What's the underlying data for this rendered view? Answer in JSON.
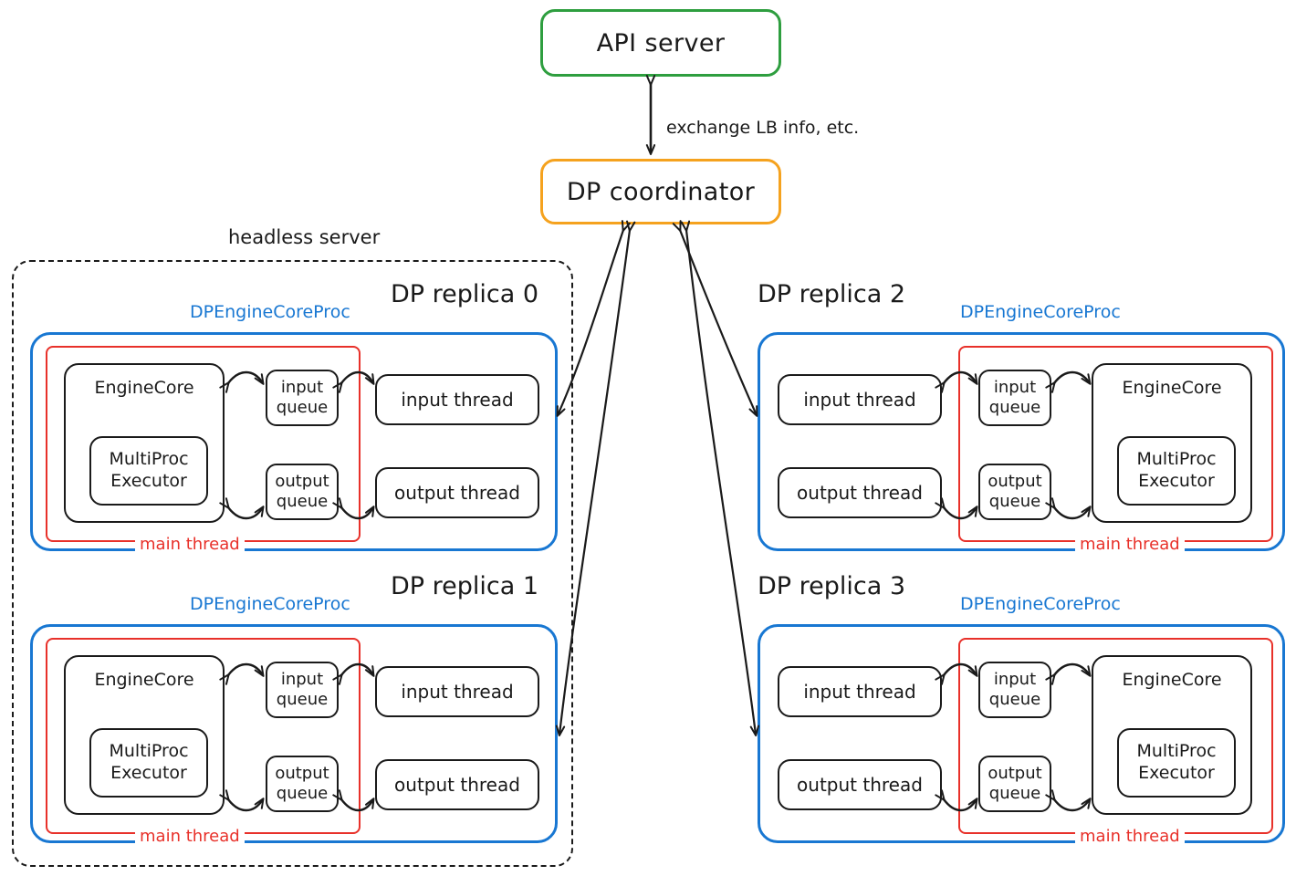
{
  "diagram": {
    "title_nodes": {
      "api_server": "API server",
      "dp_coordinator": "DP coordinator"
    },
    "edge_labels": {
      "api_to_coordinator": "exchange LB info, etc."
    },
    "headless_server_label": "headless server",
    "colors": {
      "api_border": "#2e9e3f",
      "coordinator_border": "#f5a21e",
      "proc_border": "#1877d2",
      "main_thread_border": "#e8312a",
      "box_border": "#1a1a1a"
    },
    "labels": {
      "proc": "DPEngineCoreProc",
      "main_thread": "main thread",
      "engine_core": "EngineCore",
      "multiproc_executor": "MultiProc\nExecutor",
      "multiproc_executor_line1": "MultiProc",
      "multiproc_executor_line2": "Executor",
      "input_queue_line1": "input",
      "input_queue_line2": "queue",
      "output_queue_line1": "output",
      "output_queue_line2": "queue",
      "input_thread": "input thread",
      "output_thread": "output thread"
    },
    "replicas": [
      {
        "id": 0,
        "name": "DP replica 0",
        "side": "left",
        "inside_headless": true
      },
      {
        "id": 1,
        "name": "DP replica 1",
        "side": "left",
        "inside_headless": true
      },
      {
        "id": 2,
        "name": "DP replica 2",
        "side": "right",
        "inside_headless": false
      },
      {
        "id": 3,
        "name": "DP replica 3",
        "side": "right",
        "inside_headless": false
      }
    ]
  }
}
